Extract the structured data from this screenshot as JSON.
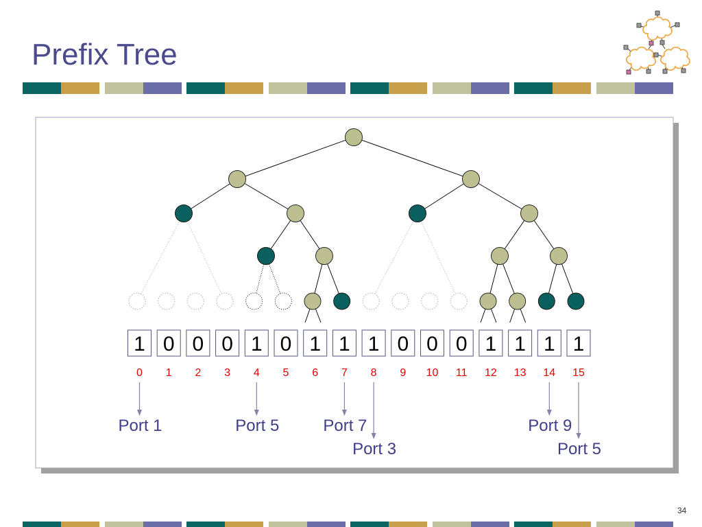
{
  "title": "Prefix Tree",
  "page_number": "34",
  "bits": [
    "1",
    "0",
    "0",
    "0",
    "1",
    "0",
    "1",
    "1",
    "1",
    "0",
    "0",
    "0",
    "1",
    "1",
    "1",
    "1"
  ],
  "indices": [
    "0",
    "1",
    "2",
    "3",
    "4",
    "5",
    "6",
    "7",
    "8",
    "9",
    "10",
    "11",
    "12",
    "13",
    "14",
    "15"
  ],
  "ports": [
    {
      "index": 0,
      "label": "Port 1"
    },
    {
      "index": 4,
      "label": "Port 5"
    },
    {
      "index": 7,
      "label": "Port 7"
    },
    {
      "index": 8,
      "label": "Port 3"
    },
    {
      "index": 14,
      "label": "Port 9"
    },
    {
      "index": 15,
      "label": "Port 5"
    }
  ],
  "colors": {
    "title_text": "#4b4a8c",
    "bar_teal": "#0b6663",
    "bar_gold": "#c8a04b",
    "bar_sage": "#bfc29c",
    "bar_slate": "#6b6da8",
    "node_fill": "#bdbf91",
    "prefix_fill": "#0a605e",
    "box_stroke": "#55557f",
    "index_red": "#e60000",
    "port_text": "#3f3f8c",
    "arrow": "#8484aa",
    "logo_cloud": "#efa23a"
  }
}
